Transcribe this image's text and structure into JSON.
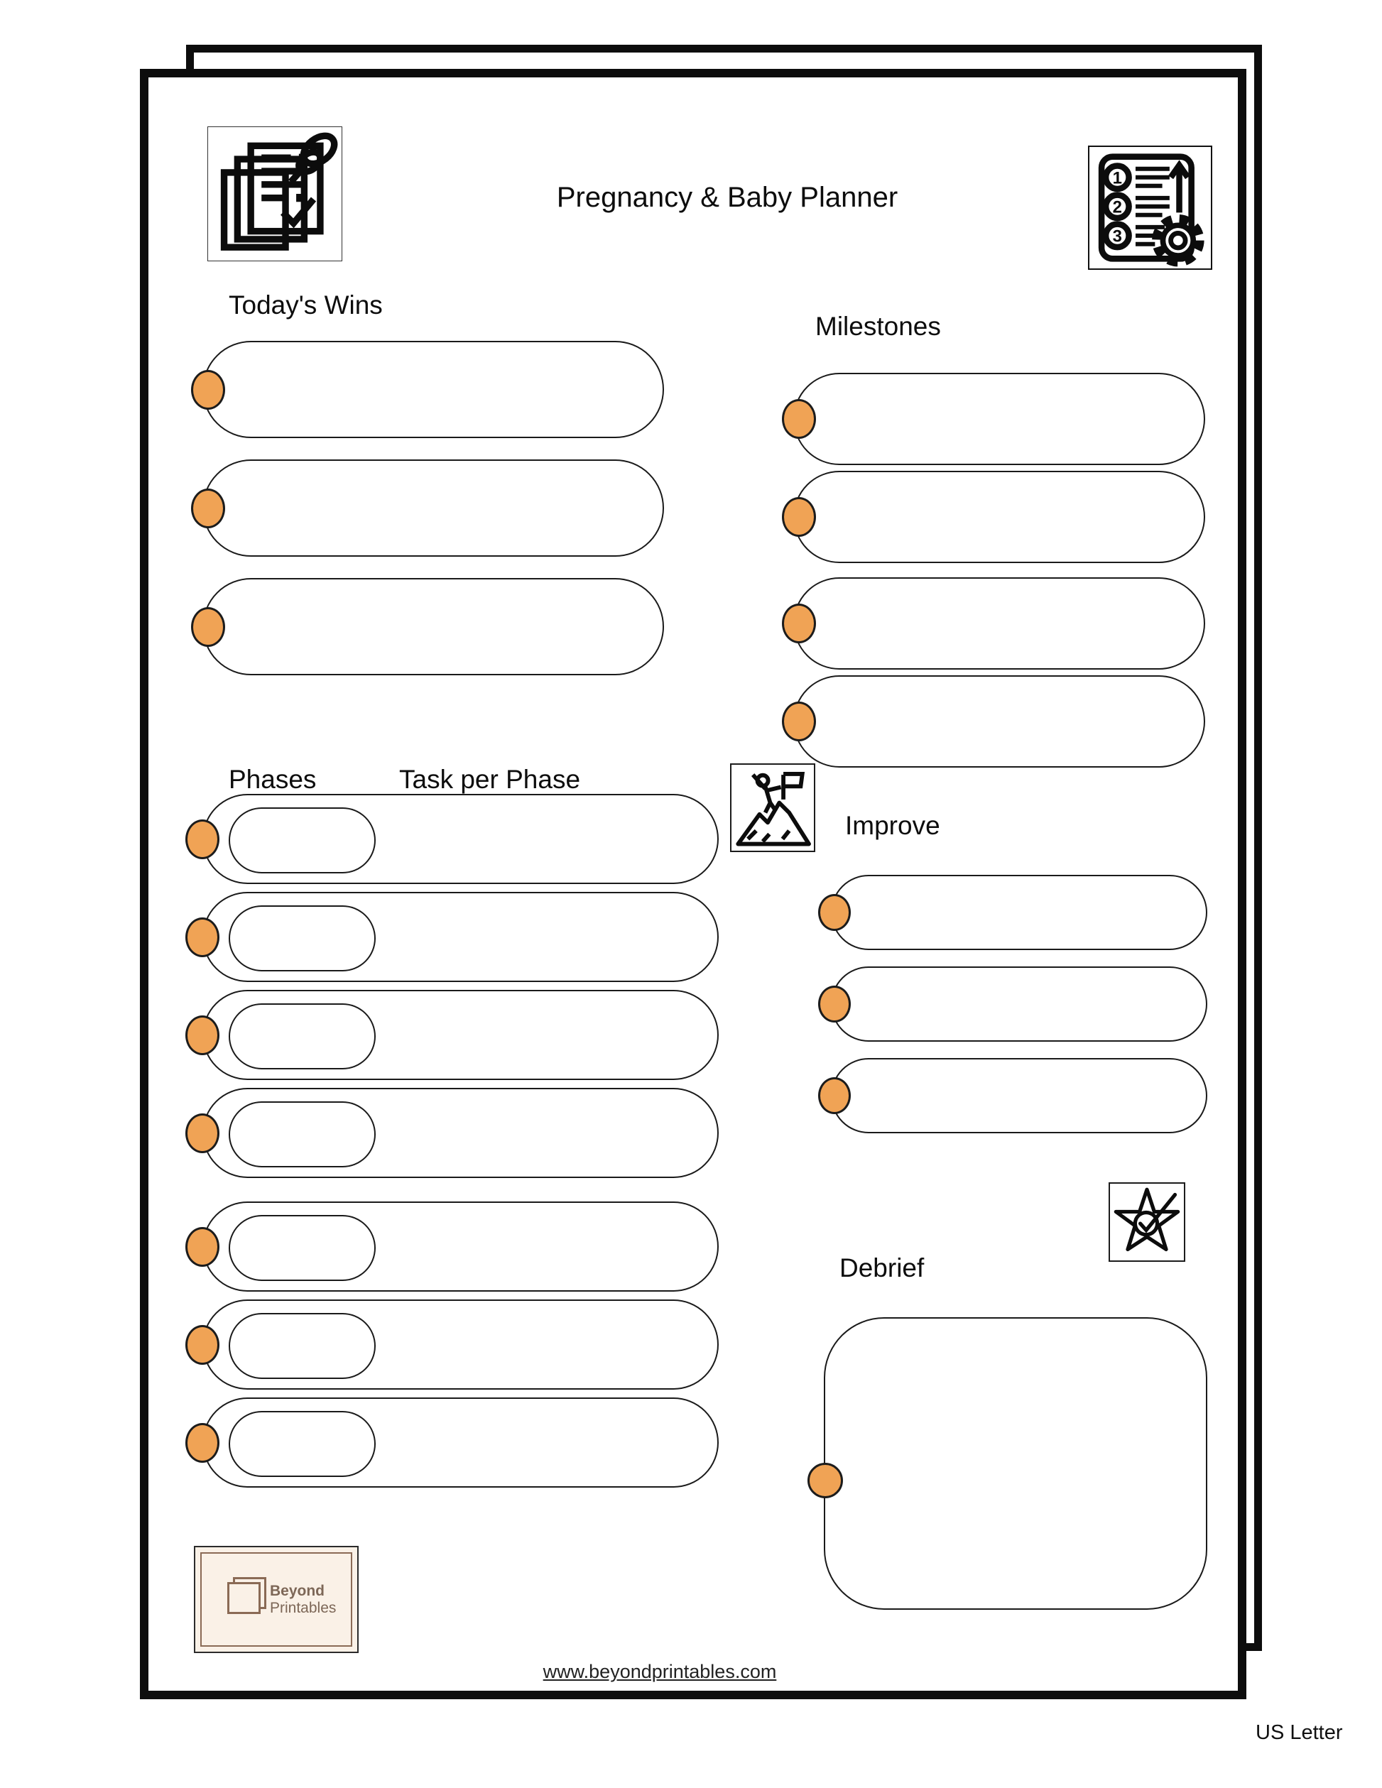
{
  "page": {
    "title": "Pregnancy & Baby Planner",
    "footer_url": "www.beyondprintables.com",
    "size_label": "US Letter"
  },
  "sections": {
    "todays_wins": {
      "label": "Today's Wins",
      "rows": 3
    },
    "milestones": {
      "label": "Milestones",
      "rows": 4
    },
    "phases": {
      "label": "Phases",
      "task_label": "Task per Phase",
      "rows": 7
    },
    "improve": {
      "label": "Improve",
      "rows": 3
    },
    "debrief": {
      "label": "Debrief"
    }
  },
  "icons": [
    "clipboard-pin-icon",
    "numbered-list-gear-icon",
    "mountain-flag-icon",
    "star-check-icon"
  ],
  "logo": {
    "line1": "Beyond",
    "line2": "Printables"
  },
  "colors": {
    "accent_orange": "#F0A355",
    "outline_black": "#1A1A1A",
    "logo_background": "#FAF1E7",
    "logo_brown": "#7D6757"
  }
}
